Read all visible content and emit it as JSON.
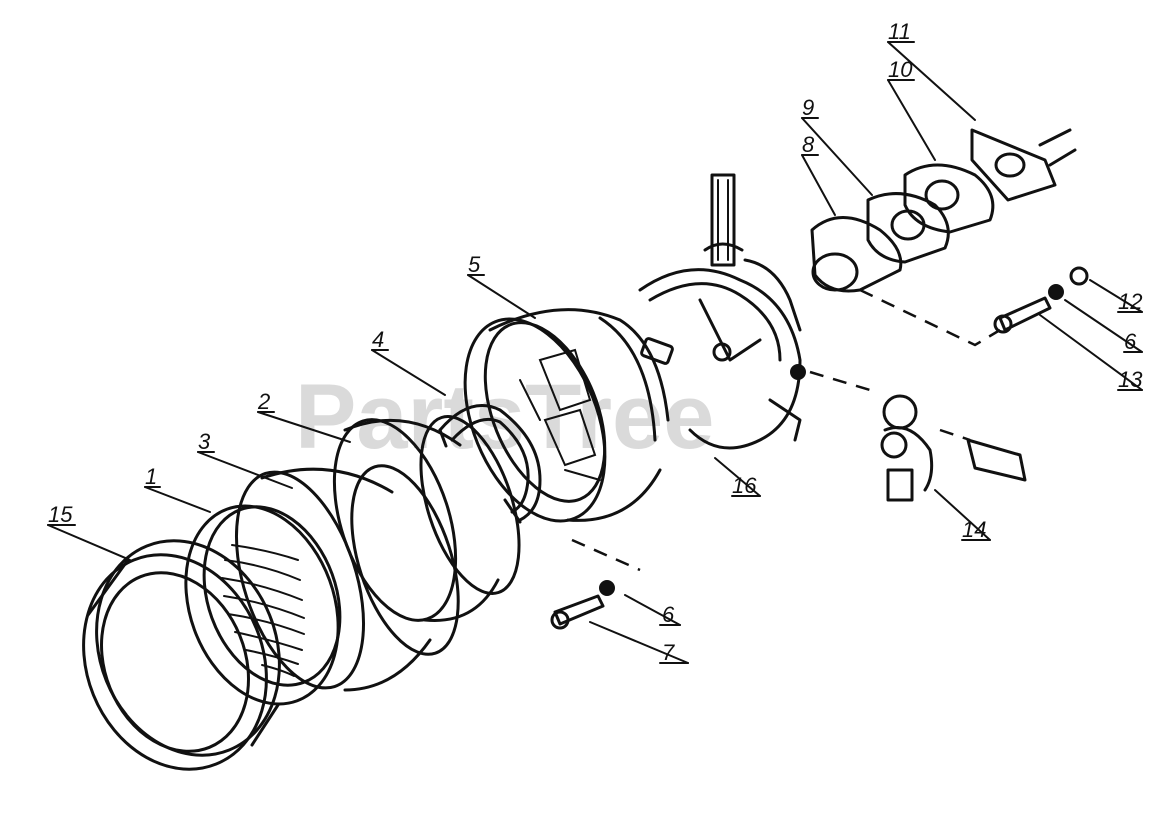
{
  "watermark": "PartsTree",
  "callouts": [
    {
      "id": "c15",
      "text": "15"
    },
    {
      "id": "c1",
      "text": "1"
    },
    {
      "id": "c3",
      "text": "3"
    },
    {
      "id": "c2",
      "text": "2"
    },
    {
      "id": "c4",
      "text": "4"
    },
    {
      "id": "c5",
      "text": "5"
    },
    {
      "id": "c16",
      "text": "16"
    },
    {
      "id": "c6a",
      "text": "6"
    },
    {
      "id": "c7",
      "text": "7"
    },
    {
      "id": "c8",
      "text": "8"
    },
    {
      "id": "c9",
      "text": "9"
    },
    {
      "id": "c10",
      "text": "10"
    },
    {
      "id": "c11",
      "text": "11"
    },
    {
      "id": "c12",
      "text": "12"
    },
    {
      "id": "c6b",
      "text": "6"
    },
    {
      "id": "c13",
      "text": "13"
    },
    {
      "id": "c14",
      "text": "14"
    }
  ]
}
